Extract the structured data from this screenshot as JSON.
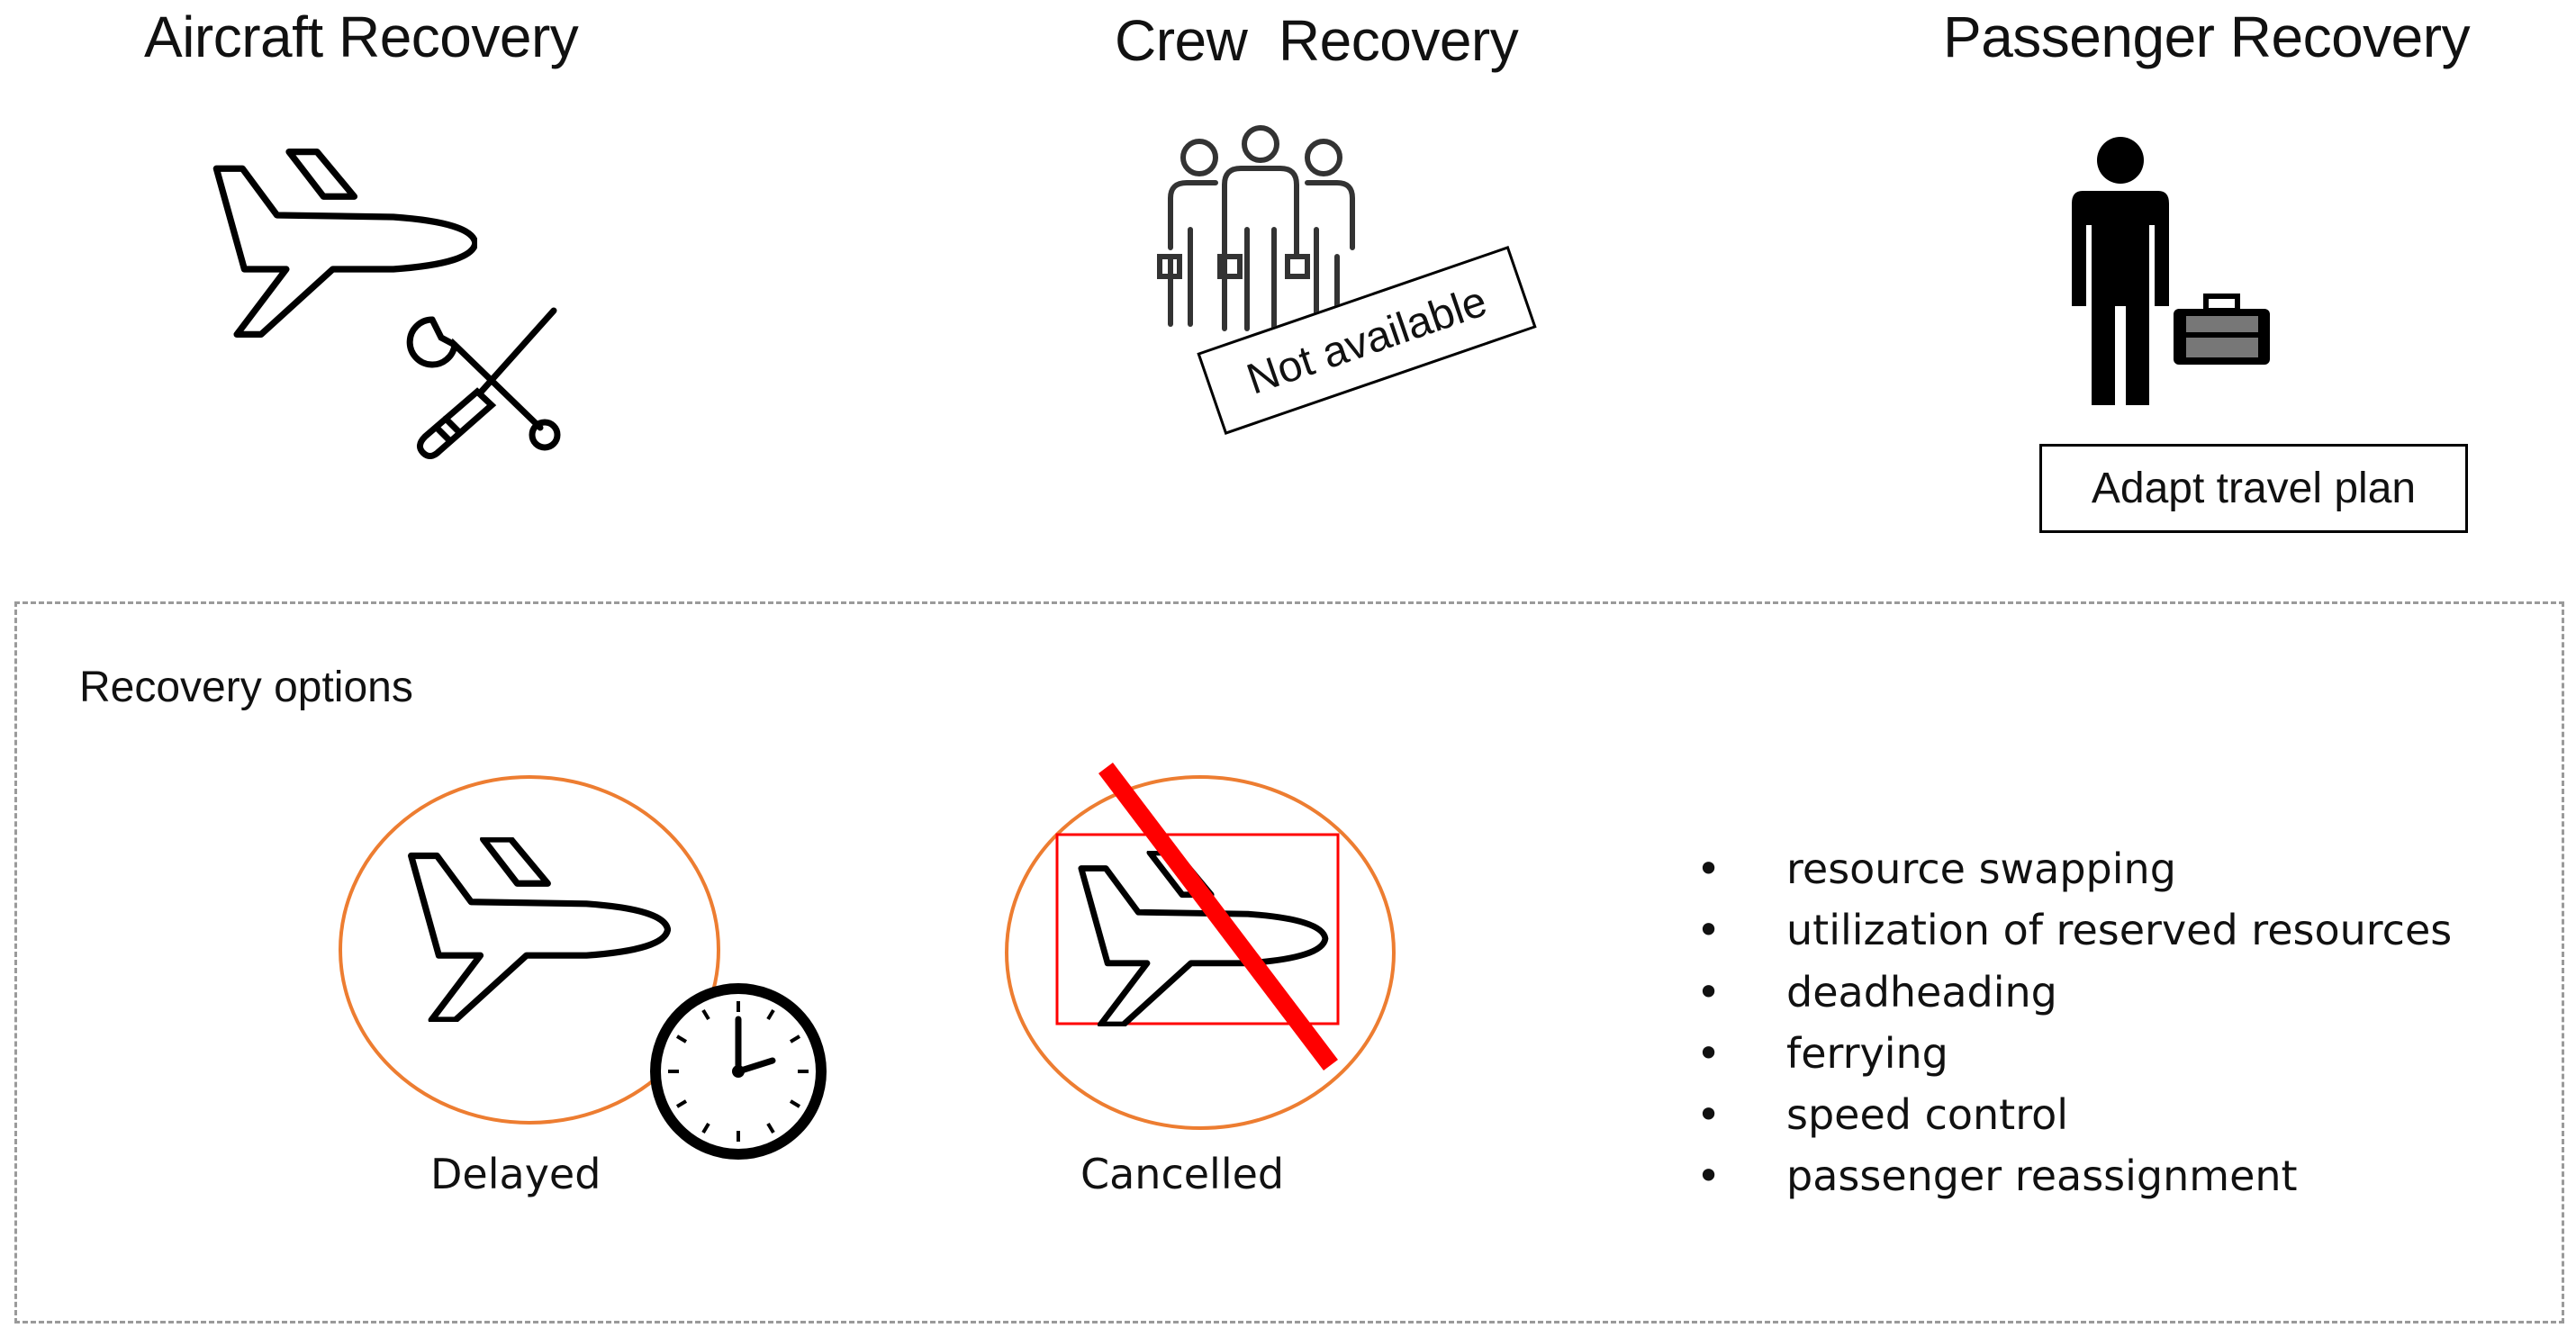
{
  "sections": {
    "aircraft": {
      "title": "Aircraft Recovery",
      "icons": [
        "airplane-icon",
        "wrench-screwdriver-icon"
      ]
    },
    "crew": {
      "title": "Crew  Recovery",
      "label": "Not available",
      "icons": [
        "crew-icon"
      ]
    },
    "passenger": {
      "title": "Passenger Recovery",
      "label": "Adapt travel plan",
      "icons": [
        "passenger-icon",
        "suitcase-icon"
      ]
    }
  },
  "options": {
    "title": "Recovery options",
    "delayed": {
      "label": "Delayed",
      "icons": [
        "airplane-icon",
        "clock-icon"
      ]
    },
    "cancelled": {
      "label": "Cancelled",
      "icons": [
        "airplane-icon",
        "strike-through-line"
      ]
    },
    "list": [
      "resource swapping",
      "utilization of reserved resources",
      "deadheading",
      "ferrying",
      "speed control",
      "passenger reassignment"
    ]
  },
  "colors": {
    "circle": "#ED7D31",
    "cancel": "#FF0000",
    "dashed_border": "#9A9A9A"
  }
}
